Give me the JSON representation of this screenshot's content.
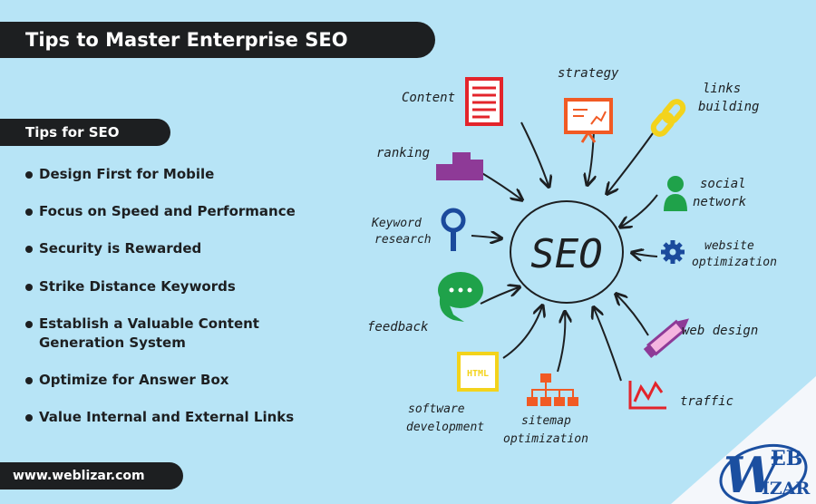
{
  "title": "Tips to Master Enterprise SEO",
  "tips_header": "Tips for SEO",
  "tips": [
    [
      "Design First for Mobile"
    ],
    [
      "Focus on Speed and Performance"
    ],
    [
      "Security is Rewarded"
    ],
    [
      "Strike Distance Keywords"
    ],
    [
      "Establish a Valuable Content",
      "Generation System"
    ],
    [
      "Optimize for Answer Box"
    ],
    [
      "Value Internal and External Links"
    ]
  ],
  "website": "www.weblizar.com",
  "diagram": {
    "center": "SEO",
    "labels": {
      "content": [
        "Content"
      ],
      "strategy": [
        "strategy"
      ],
      "links": [
        "links",
        "building"
      ],
      "ranking": [
        "ranking"
      ],
      "social": [
        "social",
        "network"
      ],
      "keyword": [
        "Keyword",
        "research"
      ],
      "website_opt": [
        "website",
        "optimization"
      ],
      "feedback": [
        "feedback"
      ],
      "webdesign": [
        "web design"
      ],
      "software": [
        "software",
        "development"
      ],
      "sitemap": [
        "sitemap",
        "optimization"
      ],
      "traffic": [
        "traffic"
      ]
    }
  },
  "logo": {
    "top": "EB",
    "bottom": "IZAR",
    "letter": "W"
  },
  "colors": {
    "background": "#b7e4f6",
    "banner": "#1d1f21",
    "red": "#e3242b",
    "orange": "#f15a24",
    "yellow": "#f3d31c",
    "purple": "#8e3a97",
    "green": "#1fa24a",
    "blue": "#1b4a9c",
    "logo_blue": "#1b4fa0"
  }
}
